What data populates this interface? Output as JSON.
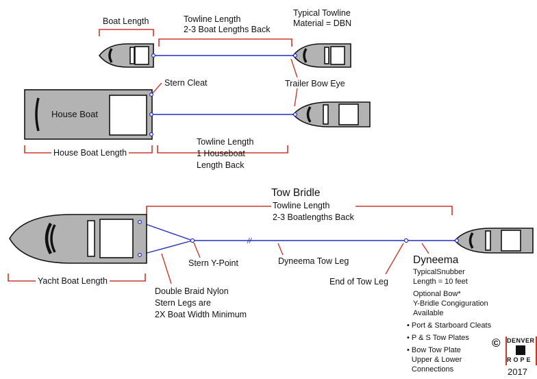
{
  "colors": {
    "bracket": "#c8392b",
    "towline": "#1f2fbf",
    "hull_fill": "#b3b3b3",
    "outline": "#111111",
    "window": "#ffffff"
  },
  "top_section": {
    "boat_length_label": "Boat Length",
    "towline_length_label": "Towline Length\n2-3 Boat Lengths Back",
    "material_label": "Typical Towline\nMaterial = DBN",
    "stern_cleat_label": "Stern Cleat",
    "trailer_bow_eye_label": "Trailer Bow Eye",
    "house_boat_label": "House Boat",
    "house_boat_length_label": "House Boat Length",
    "houseboat_towline_label": "Towline Length\n1 Houseboat\nLength Back"
  },
  "bottom_section": {
    "tow_bridle_title": "Tow Bridle",
    "towline_length_label": "Towline Length\n2-3 Boatlengths Back",
    "yacht_length_label": "Yacht Boat Length",
    "stern_y_point_label": "Stern Y-Point",
    "dyneema_tow_leg_label": "Dyneema Tow Leg",
    "end_of_tow_leg_label": "End of Tow Leg",
    "nylon_legs_label": "Double Braid Nylon\nStern Legs are\n2X Boat Width Minimum",
    "break_mark": "//",
    "dyneema_title": "Dyneema",
    "snubber_label": "TypicalSnubber\nLength = 10 feet",
    "bridle_option_label": "Optional Bow*\nY-Bridle Congiguration\nAvailable",
    "bullets": [
      "Port & Starboard Cleats",
      "P & S Tow Plates",
      "Bow Tow Plate\nUpper & Lower\nConnections"
    ],
    "bullet_char": "•"
  },
  "logo": {
    "copyright": "©",
    "brand_top": "DENVER",
    "brand_bottom": "ROPE",
    "year": "2017"
  }
}
